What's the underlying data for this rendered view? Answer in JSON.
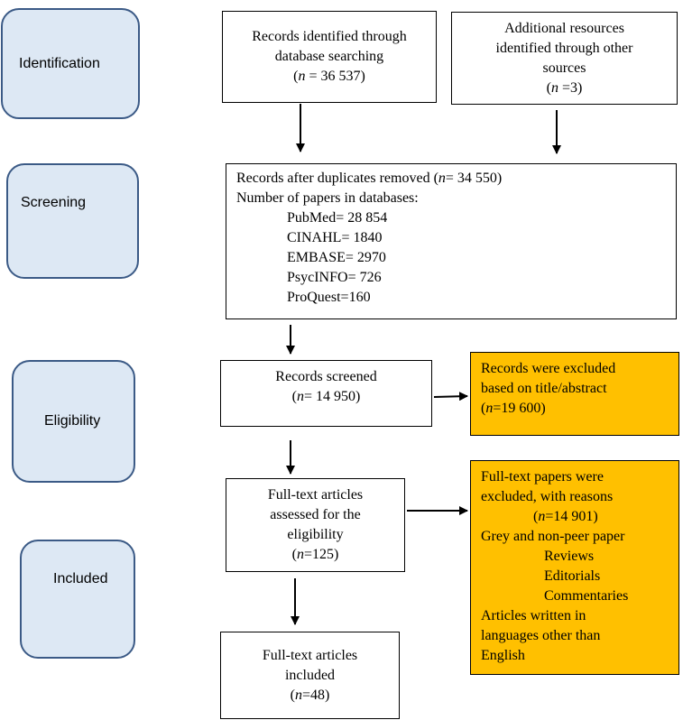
{
  "phases": {
    "identification": "Identification",
    "screening": "Screening",
    "eligibility": "Eligibility",
    "included": "Included"
  },
  "identified": {
    "line1": "Records identified through",
    "line2": "database searching",
    "n_var": "n",
    "n_value": " = 36 537)"
  },
  "additional": {
    "line1": "Additional resources",
    "line2": "identified through other",
    "line3": "sources",
    "n_var": "n",
    "n_value": " =3)"
  },
  "deduplicated": {
    "summary_prefix": "Records after duplicates removed (",
    "n_var": "n",
    "summary_suffix": "= 34 550)",
    "databases_heading": "Number of papers in databases:",
    "databases": [
      "PubMed= 28 854",
      "CINAHL= 1840",
      "EMBASE= 2970",
      "PsycINFO= 726",
      "ProQuest=160"
    ]
  },
  "screened": {
    "line1": "Records screened",
    "n_var": "n",
    "n_value": "= 14 950)"
  },
  "excluded_title": {
    "line1": "Records were excluded",
    "line2": "based on title/abstract",
    "n_var": "n",
    "n_value": "=19 600)"
  },
  "fulltext_assessed": {
    "line1": "Full-text articles",
    "line2": "assessed for the",
    "line3": "eligibility",
    "n_var": "n",
    "n_value": "=125)"
  },
  "excluded_fulltext": {
    "line1": "Full-text papers were",
    "line2": "excluded, with reasons",
    "n_var": "n",
    "n_value": "=14 901)",
    "grey_heading": "Grey and non-peer paper",
    "grey_items": [
      "Reviews",
      "Editorials",
      "Commentaries"
    ],
    "lang_line1": "Articles written in",
    "lang_line2": "languages other than",
    "lang_line3": "English"
  },
  "included_box": {
    "line1": "Full-text articles",
    "line2": "included",
    "n_var": "n",
    "n_value": "=48)"
  }
}
